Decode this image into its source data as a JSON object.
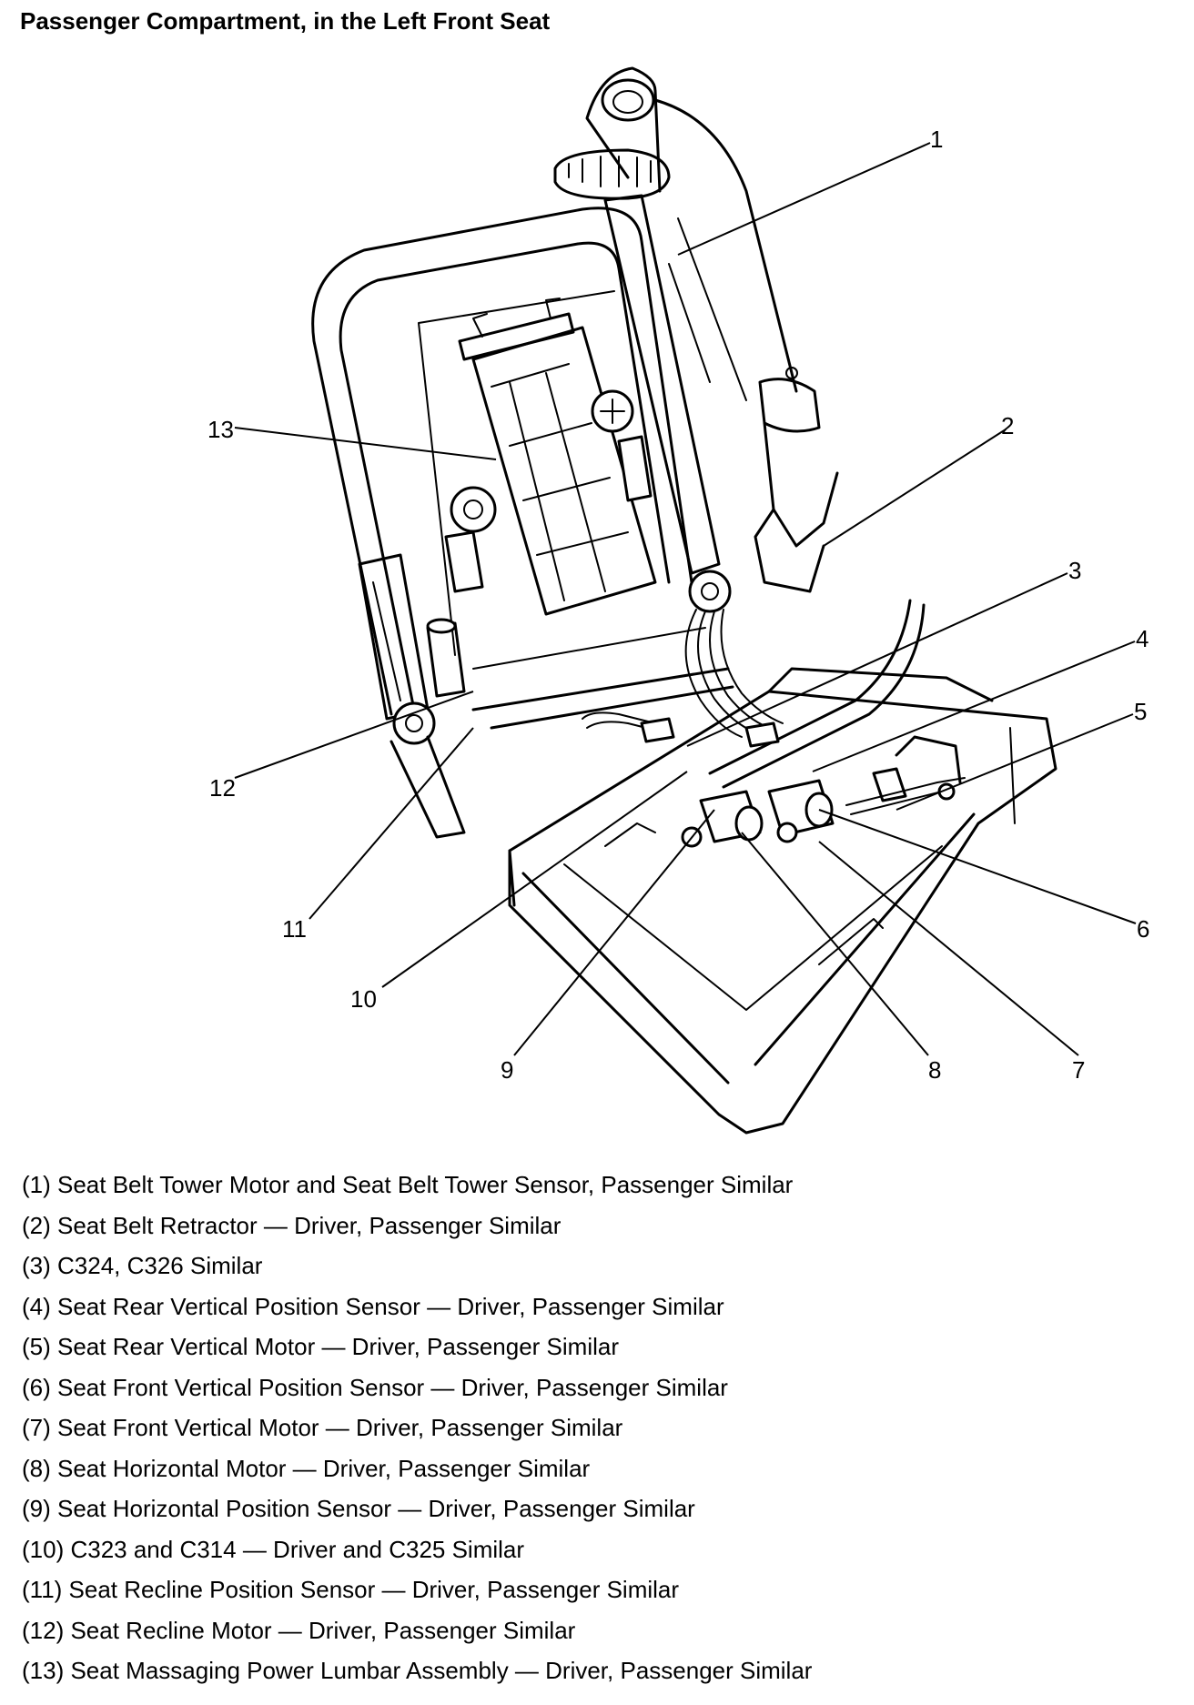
{
  "title": "Passenger Compartment, in the Left Front Seat",
  "callouts": [
    "1",
    "2",
    "3",
    "4",
    "5",
    "6",
    "7",
    "8",
    "9",
    "10",
    "11",
    "12",
    "13"
  ],
  "legend": [
    "(1) Seat Belt Tower Motor and Seat Belt Tower Sensor, Passenger Similar",
    "(2) Seat Belt Retractor — Driver, Passenger Similar",
    "(3) C324, C326 Similar",
    "(4) Seat Rear Vertical Position Sensor — Driver, Passenger Similar",
    "(5) Seat Rear Vertical Motor — Driver, Passenger Similar",
    "(6) Seat Front Vertical Position Sensor — Driver, Passenger Similar",
    "(7) Seat Front Vertical Motor — Driver, Passenger Similar",
    "(8) Seat Horizontal Motor — Driver, Passenger Similar",
    "(9) Seat Horizontal Position Sensor — Driver, Passenger Similar",
    "(10) C323 and C314 — Driver and C325 Similar",
    "(11) Seat Recline Position Sensor — Driver, Passenger Similar",
    "(12) Seat Recline Motor — Driver, Passenger Similar",
    "(13) Seat Massaging Power Lumbar Assembly — Driver, Passenger Similar"
  ]
}
